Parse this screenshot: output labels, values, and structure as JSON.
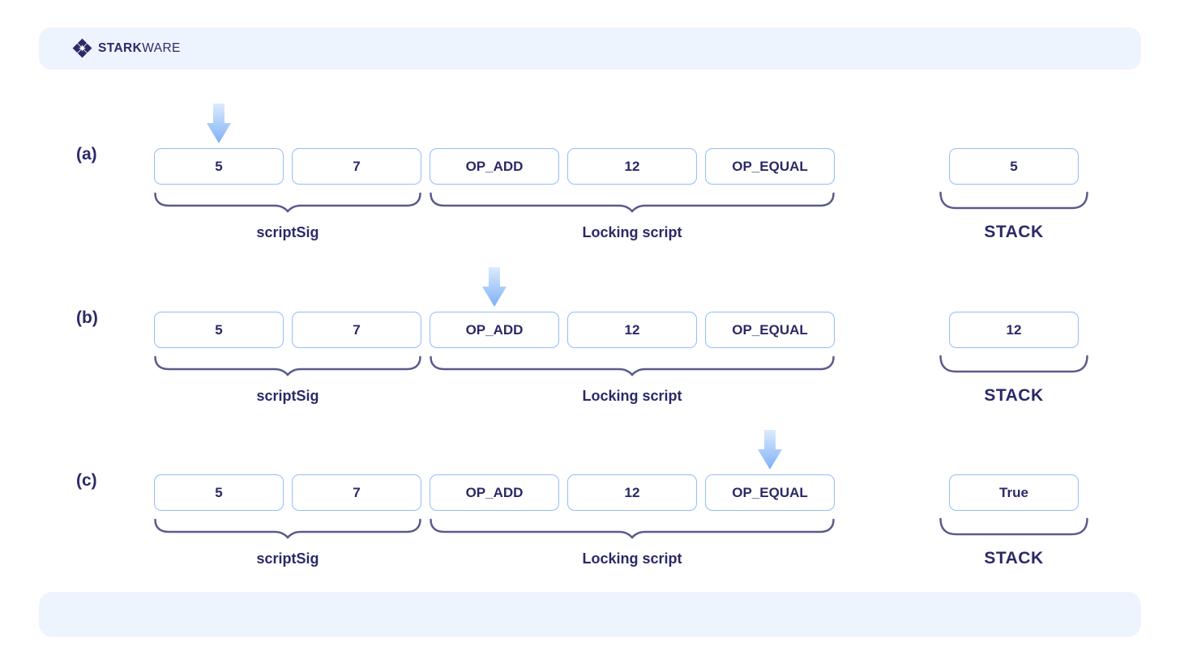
{
  "header": {
    "logo": {
      "stark": "STARK",
      "ware": "WARE"
    }
  },
  "colors": {
    "navy_text": "#2b2968",
    "box_border": "#94bdf9",
    "brace_stroke": "#5a5a8c",
    "band_background": "#edf4fd",
    "arrow_gradient_top": "#dcebfd",
    "arrow_gradient_bottom": "#7eb0f6"
  },
  "diagram": {
    "group_labels": {
      "script_sig": "scriptSig",
      "locking_script": "Locking script",
      "stack": "STACK"
    },
    "rows": [
      {
        "label": "(a)",
        "cells": [
          "5",
          "7",
          "OP_ADD",
          "12",
          "OP_EQUAL"
        ],
        "arrow_cell_index": 0,
        "stack_value": "5"
      },
      {
        "label": "(b)",
        "cells": [
          "5",
          "7",
          "OP_ADD",
          "12",
          "OP_EQUAL"
        ],
        "arrow_cell_index": 2,
        "stack_value": "12"
      },
      {
        "label": "(c)",
        "cells": [
          "5",
          "7",
          "OP_ADD",
          "12",
          "OP_EQUAL"
        ],
        "arrow_cell_index": 4,
        "stack_value": "True"
      }
    ]
  }
}
